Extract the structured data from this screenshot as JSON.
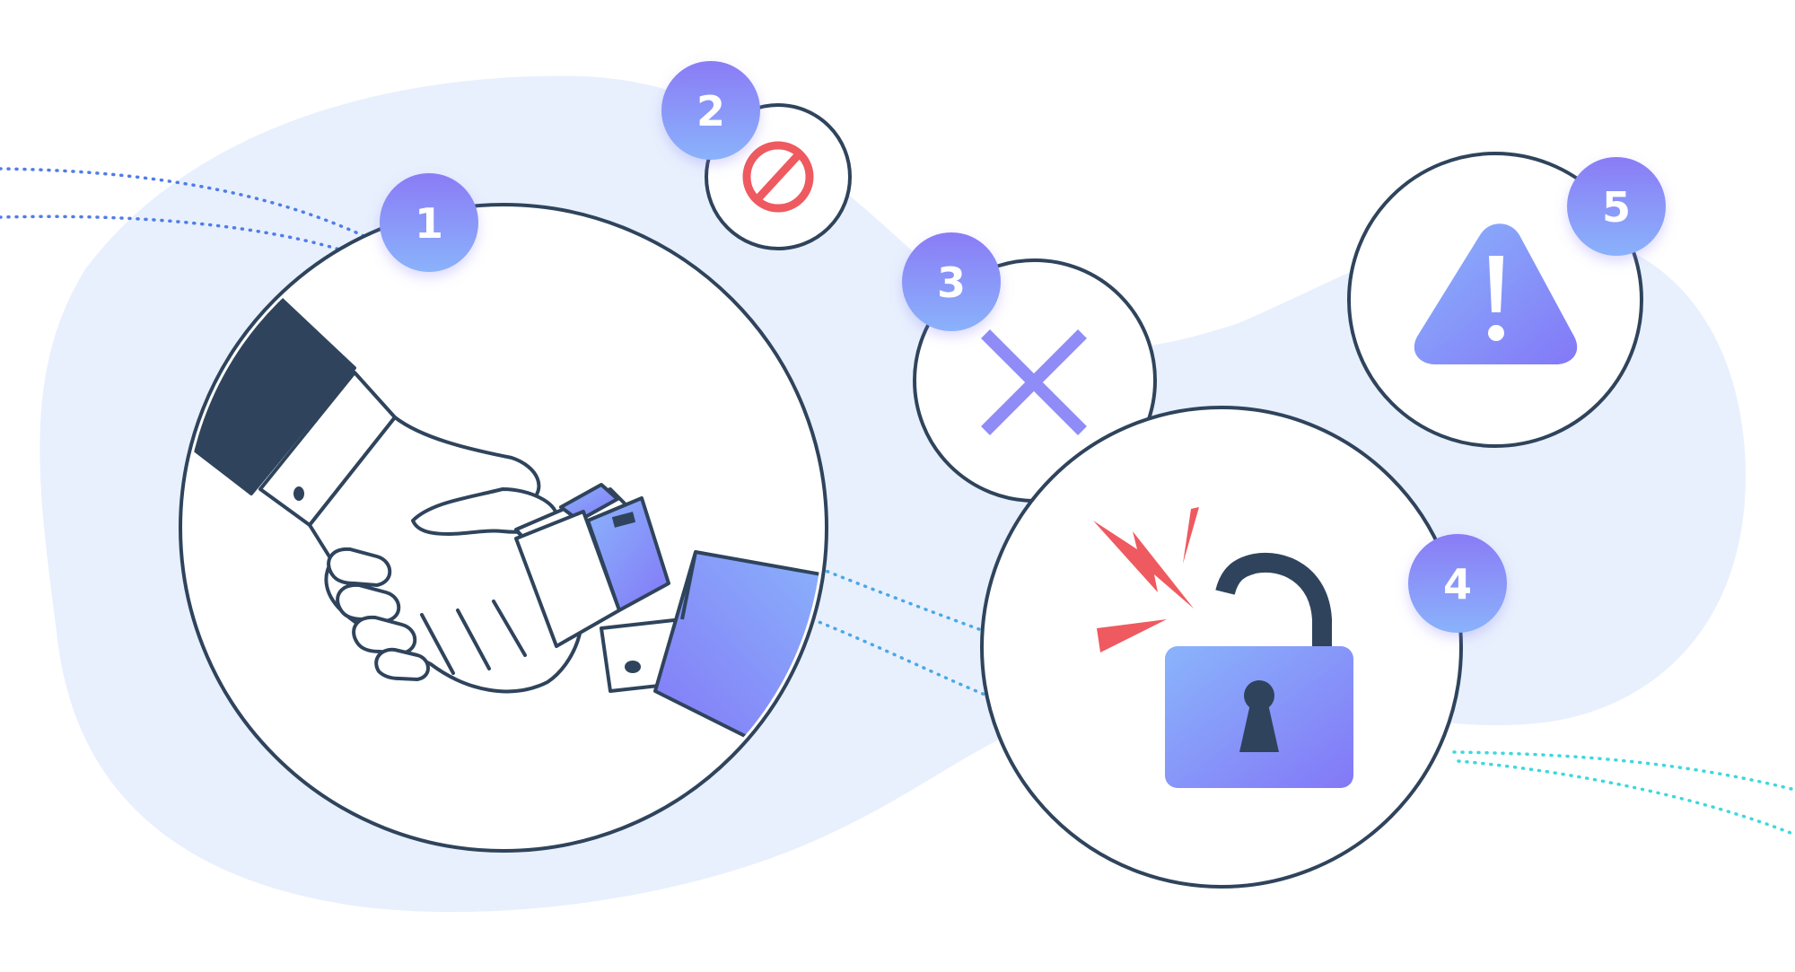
{
  "colors": {
    "background": "#ffffff",
    "blob": "#e8f0fd",
    "outline": "#2f445c",
    "accent_gradient_start": "#8ab4fb",
    "accent_gradient_end": "#8378f7",
    "alert_red": "#ee5a5f",
    "dots_blue": "#4f7de8",
    "dots_cyan": "#3ed8dc"
  },
  "badges": [
    {
      "number": "1"
    },
    {
      "number": "2"
    },
    {
      "number": "3"
    },
    {
      "number": "4"
    },
    {
      "number": "5"
    }
  ],
  "icons": {
    "handshake": "handshake-bribe-icon",
    "prohibited": "prohibited-icon",
    "cross": "close-x-icon",
    "padlock": "broken-padlock-icon",
    "warning": "warning-triangle-icon"
  }
}
